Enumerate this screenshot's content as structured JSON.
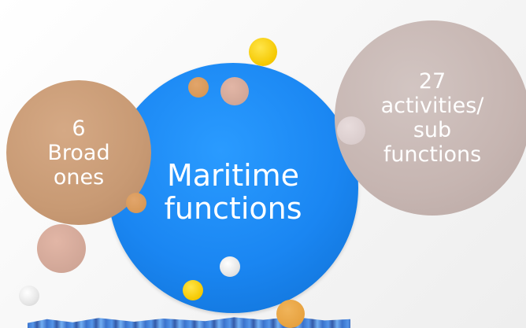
{
  "diagram": {
    "center": {
      "text": "Maritime functions"
    },
    "left": {
      "number": "6",
      "text": "Broad ones"
    },
    "right": {
      "number": "27",
      "text": "activities/ sub functions"
    }
  },
  "colors": {
    "center_fill": "#1a86f2",
    "left_fill": "#c89a74",
    "right_fill": "#c6b5b1",
    "accent_gold": "#f5c800",
    "accent_tan": "#d3934f",
    "text": "#ffffff"
  }
}
